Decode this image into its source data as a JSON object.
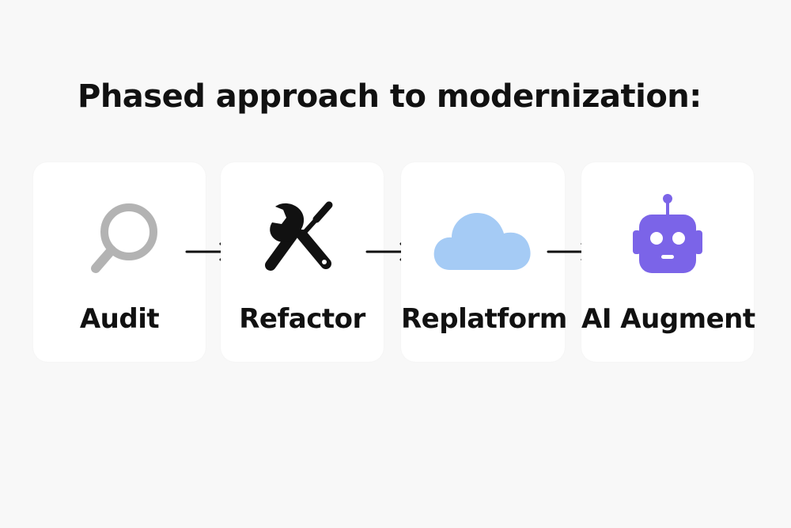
{
  "title": "Phased approach to modernization:",
  "steps": [
    {
      "label": "Audit",
      "icon": "magnifying-glass-icon",
      "icon_color": "#b3b3b3"
    },
    {
      "label": "Refactor",
      "icon": "wrench-screwdriver-icon",
      "icon_color": "#111111"
    },
    {
      "label": "Replatform",
      "icon": "cloud-icon",
      "icon_color": "#a5cbf5"
    },
    {
      "label": "AI Augment",
      "icon": "robot-icon",
      "icon_color": "#7b64e8"
    }
  ],
  "arrows": [
    {
      "icon": "arrow-right-icon",
      "from": "Audit",
      "to": "Refactor"
    },
    {
      "icon": "arrow-right-icon",
      "from": "Refactor",
      "to": "Replatform"
    },
    {
      "icon": "arrow-right-icon",
      "from": "Replatform",
      "to": "AI Augment"
    }
  ],
  "colors": {
    "background": "#f8f8f8",
    "card": "#ffffff",
    "text": "#111111"
  }
}
